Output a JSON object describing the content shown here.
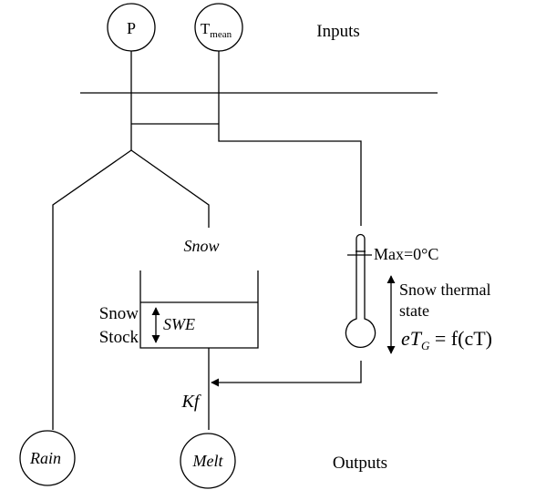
{
  "inputs": {
    "label": "Inputs",
    "p_node": "P",
    "t_node_base": "T",
    "t_node_sub": "mean"
  },
  "snow": {
    "label": "Snow",
    "stock_line1": "Snow",
    "stock_line2": "Stock",
    "swe": "SWE",
    "kf": "Kf"
  },
  "thermal": {
    "max": "Max=0°C",
    "state_line1": "Snow thermal",
    "state_line2": "state",
    "eq_lhs_e": "eT",
    "eq_lhs_sub": "G",
    "eq_rhs": " = f(cT)"
  },
  "outputs": {
    "label": "Outputs",
    "rain": "Rain",
    "melt": "Melt"
  }
}
